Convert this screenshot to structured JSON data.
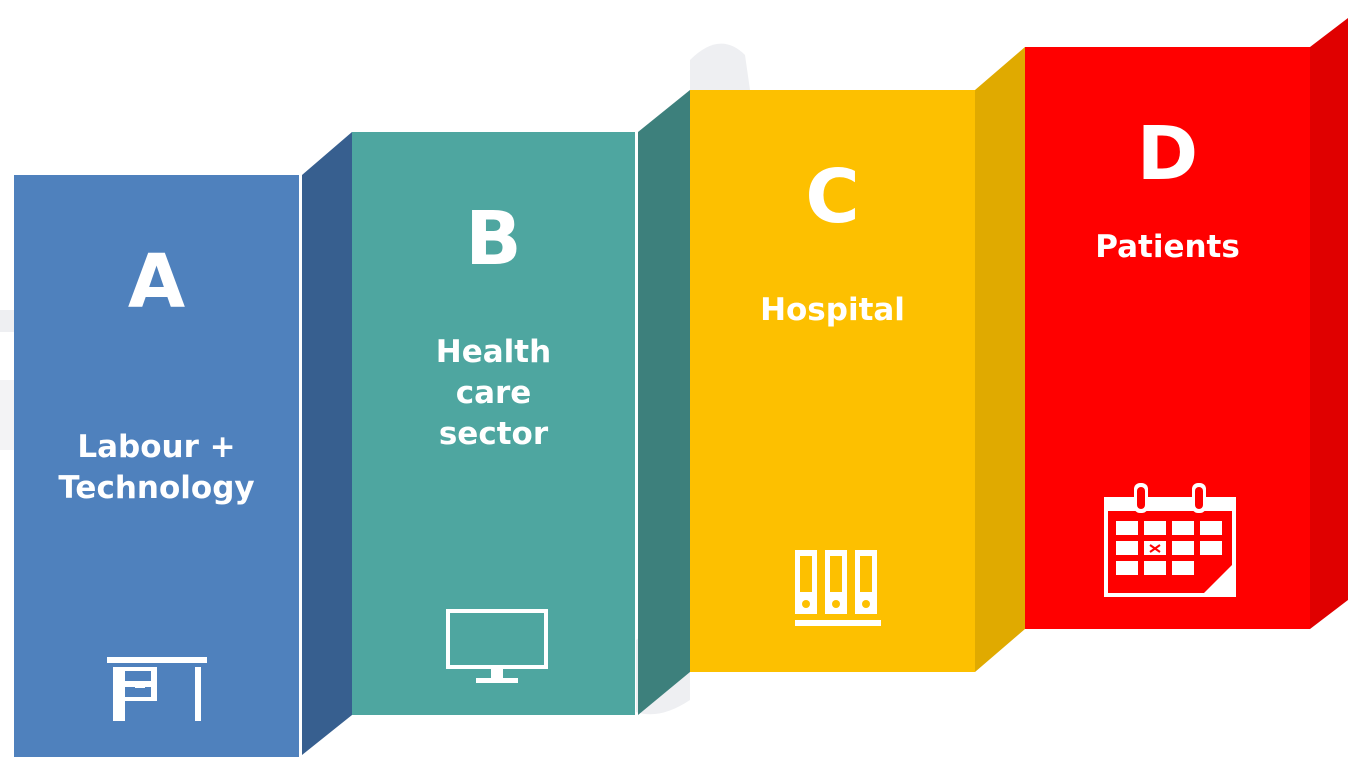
{
  "colors": {
    "panel_a": "#4f81bd",
    "panel_a_side": "#375f8f",
    "panel_b": "#4ea6a0",
    "panel_b_side": "#3d807c",
    "panel_c": "#fdc000",
    "panel_c_side": "#e0aa00",
    "panel_d": "#ff0000",
    "panel_d_side": "#e00000",
    "text": "#ffffff"
  },
  "panels": [
    {
      "letter": "A",
      "label": "Labour + Technology",
      "icon": "desk-icon"
    },
    {
      "letter": "B",
      "label": "Health care sector",
      "icon": "monitor-icon"
    },
    {
      "letter": "C",
      "label": "Hospital",
      "icon": "binders-icon"
    },
    {
      "letter": "D",
      "label": "Patients",
      "icon": "calendar-icon"
    }
  ]
}
